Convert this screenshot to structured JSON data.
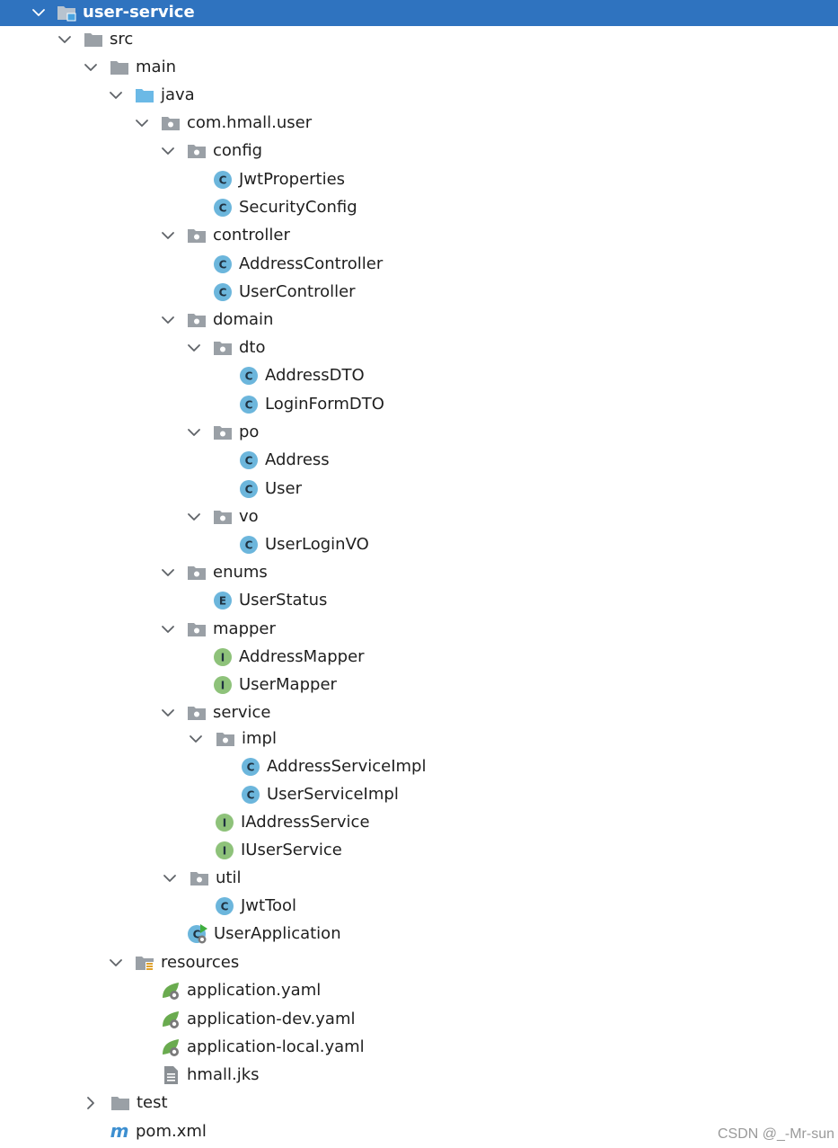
{
  "project_tree": {
    "items": [
      {
        "label": "user-service",
        "kind": "module",
        "depth": 0,
        "expanded": true,
        "selected": true
      },
      {
        "label": "src",
        "kind": "folder",
        "depth": 1,
        "expanded": true
      },
      {
        "label": "main",
        "kind": "folder",
        "depth": 2,
        "expanded": true
      },
      {
        "label": "java",
        "kind": "source-folder",
        "depth": 3,
        "expanded": true
      },
      {
        "label": "com.hmall.user",
        "kind": "package",
        "depth": 4,
        "expanded": true
      },
      {
        "label": "config",
        "kind": "package",
        "depth": 5,
        "expanded": true
      },
      {
        "label": "JwtProperties",
        "kind": "class",
        "depth": 6
      },
      {
        "label": "SecurityConfig",
        "kind": "class",
        "depth": 6
      },
      {
        "label": "controller",
        "kind": "package",
        "depth": 5,
        "expanded": true
      },
      {
        "label": "AddressController",
        "kind": "class",
        "depth": 6
      },
      {
        "label": "UserController",
        "kind": "class",
        "depth": 6
      },
      {
        "label": "domain",
        "kind": "package",
        "depth": 5,
        "expanded": true
      },
      {
        "label": "dto",
        "kind": "package",
        "depth": 6,
        "expanded": true
      },
      {
        "label": "AddressDTO",
        "kind": "class",
        "depth": 7
      },
      {
        "label": "LoginFormDTO",
        "kind": "class",
        "depth": 7
      },
      {
        "label": "po",
        "kind": "package",
        "depth": 6,
        "expanded": true
      },
      {
        "label": "Address",
        "kind": "class",
        "depth": 7
      },
      {
        "label": "User",
        "kind": "class",
        "depth": 7
      },
      {
        "label": "vo",
        "kind": "package",
        "depth": 6,
        "expanded": true
      },
      {
        "label": "UserLoginVO",
        "kind": "class",
        "depth": 7
      },
      {
        "label": "enums",
        "kind": "package",
        "depth": 5,
        "expanded": true
      },
      {
        "label": "UserStatus",
        "kind": "enum",
        "depth": 6
      },
      {
        "label": "mapper",
        "kind": "package",
        "depth": 5,
        "expanded": true
      },
      {
        "label": "AddressMapper",
        "kind": "interface",
        "depth": 6
      },
      {
        "label": "UserMapper",
        "kind": "interface",
        "depth": 6
      },
      {
        "label": "service",
        "kind": "package",
        "depth": 5,
        "expanded": true
      },
      {
        "label": "impl",
        "kind": "package",
        "depth": 6,
        "expanded": true
      },
      {
        "label": "AddressServiceImpl",
        "kind": "class",
        "depth": 7
      },
      {
        "label": "UserServiceImpl",
        "kind": "class",
        "depth": 7
      },
      {
        "label": "IAddressService",
        "kind": "interface",
        "depth": 6
      },
      {
        "label": "IUserService",
        "kind": "interface",
        "depth": 6
      },
      {
        "label": "util",
        "kind": "package",
        "depth": 5,
        "expanded": true
      },
      {
        "label": "JwtTool",
        "kind": "class",
        "depth": 6
      },
      {
        "label": "UserApplication",
        "kind": "spring-app",
        "depth": 5
      },
      {
        "label": "resources",
        "kind": "resources-folder",
        "depth": 3,
        "expanded": true
      },
      {
        "label": "application.yaml",
        "kind": "spring-yaml",
        "depth": 4
      },
      {
        "label": "application-dev.yaml",
        "kind": "spring-yaml",
        "depth": 4
      },
      {
        "label": "application-local.yaml",
        "kind": "spring-yaml",
        "depth": 4
      },
      {
        "label": "hmall.jks",
        "kind": "text-file",
        "depth": 4
      },
      {
        "label": "test",
        "kind": "folder",
        "depth": 2,
        "expanded": false
      },
      {
        "label": "pom.xml",
        "kind": "maven-pom",
        "depth": 2
      }
    ]
  },
  "watermark": "CSDN @_-Mr-sun",
  "colors": {
    "selection": "#2f73bf",
    "folder": "#9aa0a6",
    "source_folder": "#6bb9e6",
    "class_badge": "#6cb6dc",
    "interface_badge": "#8ec27a",
    "spring": "#6aab4f"
  },
  "icon_names": {
    "module": "module-icon",
    "folder": "folder-icon",
    "source-folder": "source-folder-icon",
    "package": "package-icon",
    "class": "class-icon",
    "enum": "enum-icon",
    "interface": "interface-icon",
    "spring-app": "spring-boot-app-icon",
    "resources-folder": "resources-folder-icon",
    "spring-yaml": "spring-config-icon",
    "text-file": "text-file-icon",
    "maven-pom": "maven-icon"
  }
}
